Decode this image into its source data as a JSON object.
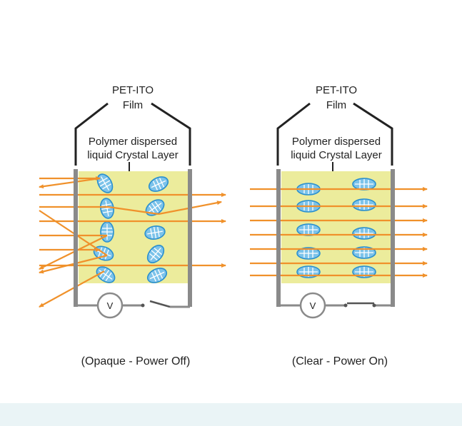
{
  "colors": {
    "lc_layer": "#ecec9c",
    "light_ray": "#f0912b",
    "droplet_fill": "#7cc3ea",
    "droplet_stroke": "#2a8fcf",
    "electrode": "#8a8a8a",
    "leads": "#222222",
    "bottom_band": "#eaf4f6"
  },
  "left": {
    "film_label_1": "PET-ITO",
    "film_label_2": "Film",
    "layer_label_1": "Polymer dispersed",
    "layer_label_2": "liquid Crystal Layer",
    "meter": "V",
    "caption": "(Opaque - Power Off)",
    "switch_state": "open",
    "icons": [
      "voltmeter-icon",
      "open-switch-icon",
      "liquid-crystal-droplet-icon"
    ]
  },
  "right": {
    "film_label_1": "PET-ITO",
    "film_label_2": "Film",
    "layer_label_1": "Polymer dispersed",
    "layer_label_2": "liquid Crystal Layer",
    "meter": "V",
    "caption": "(Clear - Power On)",
    "switch_state": "closed",
    "icons": [
      "voltmeter-icon",
      "closed-switch-icon",
      "liquid-crystal-droplet-icon"
    ]
  }
}
